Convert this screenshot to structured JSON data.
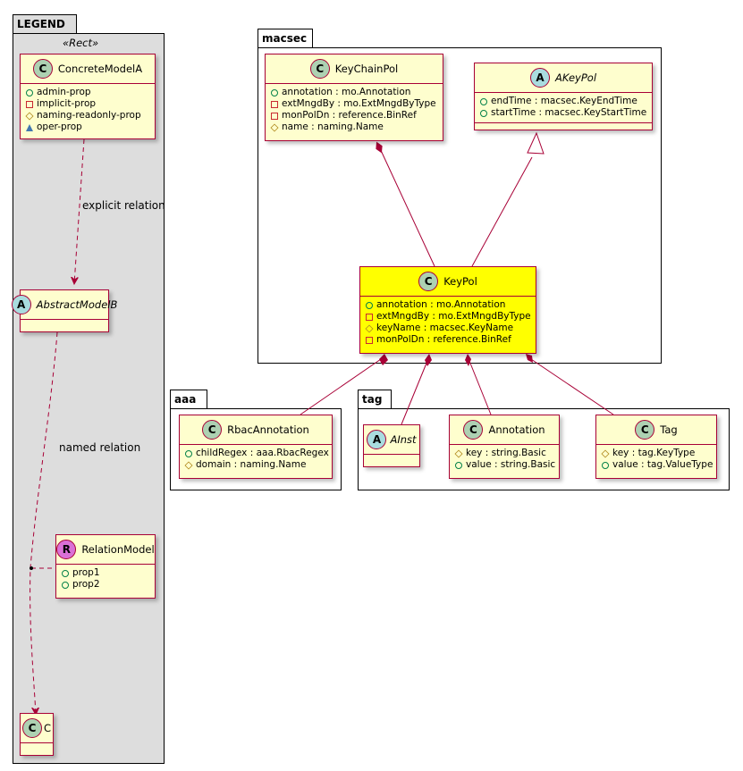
{
  "packages": {
    "legend": {
      "name": "LEGEND",
      "stereotype": "«Rect»"
    },
    "macsec": {
      "name": "macsec"
    },
    "aaa": {
      "name": "aaa"
    },
    "tag": {
      "name": "tag"
    }
  },
  "classes": {
    "concrete_model_a": {
      "kind": "C",
      "name": "ConcreteModelA",
      "attrs": [
        "admin-prop",
        "implicit-prop",
        "naming-readonly-prop",
        "oper-prop"
      ]
    },
    "abstract_model_b": {
      "kind": "A",
      "name": "AbstractModelB"
    },
    "relation_model": {
      "kind": "R",
      "name": "RelationModel",
      "attrs": [
        "prop1",
        "prop2"
      ]
    },
    "c": {
      "kind": "C",
      "name": "C"
    },
    "key_chain_pol": {
      "kind": "C",
      "name": "KeyChainPol",
      "attrs": [
        "annotation : mo.Annotation",
        "extMngdBy : mo.ExtMngdByType",
        "monPolDn : reference.BinRef",
        "name : naming.Name"
      ]
    },
    "a_key_pol": {
      "kind": "A",
      "name": "AKeyPol",
      "attrs": [
        "endTime : macsec.KeyEndTime",
        "startTime : macsec.KeyStartTime"
      ]
    },
    "key_pol": {
      "kind": "C",
      "name": "KeyPol",
      "attrs": [
        "annotation : mo.Annotation",
        "extMngdBy : mo.ExtMngdByType",
        "keyName : macsec.KeyName",
        "monPolDn : reference.BinRef"
      ]
    },
    "rbac_annotation": {
      "kind": "C",
      "name": "RbacAnnotation",
      "attrs": [
        "childRegex : aaa.RbacRegex",
        "domain : naming.Name"
      ]
    },
    "a_inst": {
      "kind": "A",
      "name": "AInst"
    },
    "annotation": {
      "kind": "C",
      "name": "Annotation",
      "attrs": [
        "key : string.Basic",
        "value : string.Basic"
      ]
    },
    "tag": {
      "kind": "C",
      "name": "Tag",
      "attrs": [
        "key : tag.KeyType",
        "value : tag.ValueType"
      ]
    }
  },
  "relations": {
    "explicit": "explicit relation",
    "named": "named relation"
  },
  "colors": {
    "class_fill": "#FEFECE",
    "highlight_fill": "#FFFF00",
    "border": "#A80036",
    "legend_fill": "#DDDDDD"
  }
}
